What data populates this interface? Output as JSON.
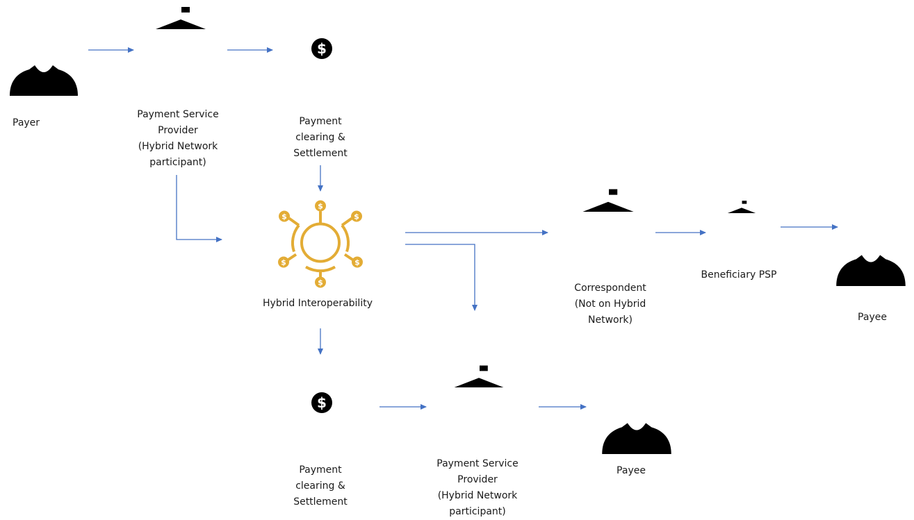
{
  "colors": {
    "green": "#7ac143",
    "blue": "#1f5aa6",
    "gold": "#e3ac35",
    "gray": "#6f6f6f",
    "arrow": "#4472c4"
  },
  "labels": {
    "payer": "Payer",
    "psp_top": [
      "Payment Service",
      "Provider",
      "(Hybrid Network",
      "participant)"
    ],
    "clearing_top": [
      "Payment",
      "clearing &",
      "Settlement"
    ],
    "hybrid": "Hybrid Interoperability",
    "correspondent": [
      "Correspondent",
      "(Not on Hybrid",
      "Network)"
    ],
    "beneficiary_psp": "Beneficiary PSP",
    "payee_right": "Payee",
    "clearing_bottom": [
      "Payment",
      "clearing &",
      "Settlement"
    ],
    "psp_bottom": [
      "Payment Service",
      "Provider",
      "(Hybrid Network",
      "participant)"
    ],
    "payee_bottom": "Payee"
  }
}
